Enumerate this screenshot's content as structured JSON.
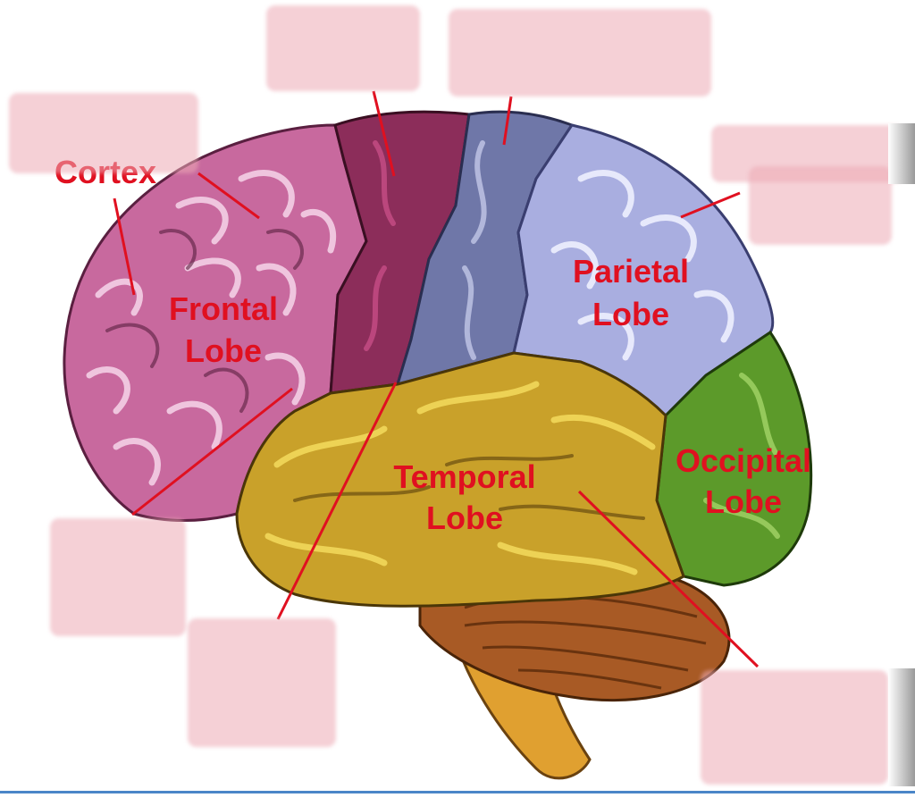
{
  "diagram": {
    "lobes": [
      {
        "id": "frontal",
        "line1": "Frontal",
        "line2": "Lobe"
      },
      {
        "id": "parietal",
        "line1": "Parietal",
        "line2": "Lobe"
      },
      {
        "id": "temporal",
        "line1": "Temporal",
        "line2": "Lobe"
      },
      {
        "id": "occipital",
        "line1": "Occipital",
        "line2": "Lobe"
      }
    ],
    "partial_label": "Cortex",
    "colors": {
      "frontal": "#c8699e",
      "motor": "#8c2d5a",
      "sensory": "#6f77a8",
      "parietal": "#a9aee0",
      "temporal": "#c9a12a",
      "occipital": "#5c9a2a",
      "cerebellum": "#a85a25",
      "brainstem": "#e0a030",
      "label_text": "#e01020",
      "pointer_line": "#e01020",
      "hidden_label_box": "#ecaab4",
      "frame_line": "#4a86c8"
    }
  }
}
